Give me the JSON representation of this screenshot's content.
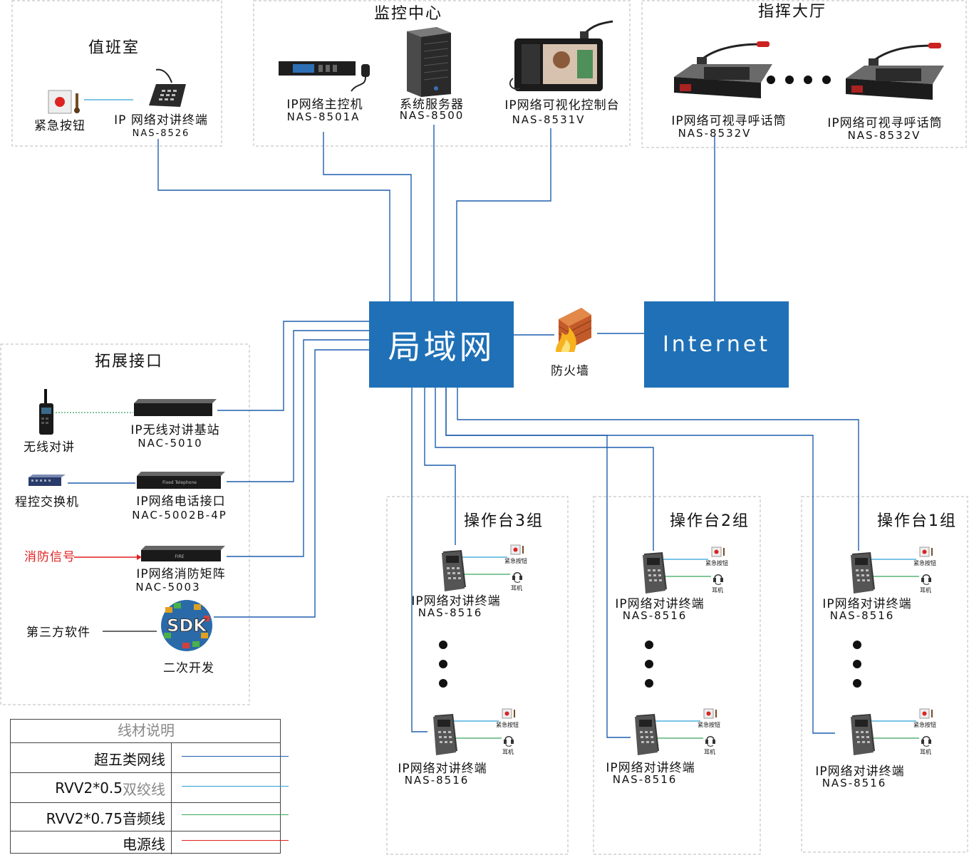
{
  "colors": {
    "cat5": "#1f5fad",
    "twisted": "#2ea0d8",
    "audio": "#3aa55a",
    "power": "#e02020",
    "hub": "#1f70b6"
  },
  "network": {
    "lan": "局域网",
    "internet": "Internet",
    "firewall": "防火墙"
  },
  "duty_room": {
    "title": "值班室",
    "emergency_button": "紧急按钮",
    "terminal": {
      "name": "IP 网络对讲终端",
      "model": "NAS-8526"
    }
  },
  "monitor_center": {
    "title": "监控中心",
    "devices": [
      {
        "name": "IP网络主控机",
        "model": "NAS-8501A"
      },
      {
        "name": "系统服务器",
        "model": "NAS-8500"
      },
      {
        "name": "IP网络可视化控制台",
        "model": "NAS-8531V"
      }
    ]
  },
  "command_hall": {
    "title": "指挥大厅",
    "devices": [
      {
        "name": "IP网络可视寻呼话筒",
        "model": "NAS-8532V"
      },
      {
        "name": "IP网络可视寻呼话筒",
        "model": "NAS-8532V"
      }
    ]
  },
  "expansion": {
    "title": "拓展接口",
    "items": [
      {
        "source": "无线对讲",
        "name": "IP无线对讲基站",
        "model": "NAC-5010"
      },
      {
        "source": "程控交换机",
        "name": "IP网络电话接口",
        "model": "NAC-5002B-4P"
      },
      {
        "source": "消防信号",
        "name": "IP网络消防矩阵",
        "model": "NAC-5003"
      }
    ],
    "sdk_source": "第三方软件",
    "sdk_label": "二次开发",
    "sdk_logo": "SDK",
    "device_panel_texts": [
      "Fixed Telephone",
      "FIRE"
    ]
  },
  "groups": [
    {
      "title": "操作台3组"
    },
    {
      "title": "操作台2组"
    },
    {
      "title": "操作台1组"
    }
  ],
  "group_terminal": {
    "name": "IP网络对讲终端",
    "model": "NAS-8516",
    "button_label": "紧急按钮",
    "headset_label": "耳机"
  },
  "legend": {
    "title": "线材说明",
    "rows": [
      {
        "label": "超五类网线",
        "color": "#1f5fad"
      },
      {
        "label_a": "RVV2*0.5",
        "label_b": "双绞线",
        "color": "#2ea0d8"
      },
      {
        "label": "RVV2*0.75音频线",
        "color": "#3aa55a"
      },
      {
        "label": "电源线",
        "color": "#e02020"
      }
    ]
  }
}
